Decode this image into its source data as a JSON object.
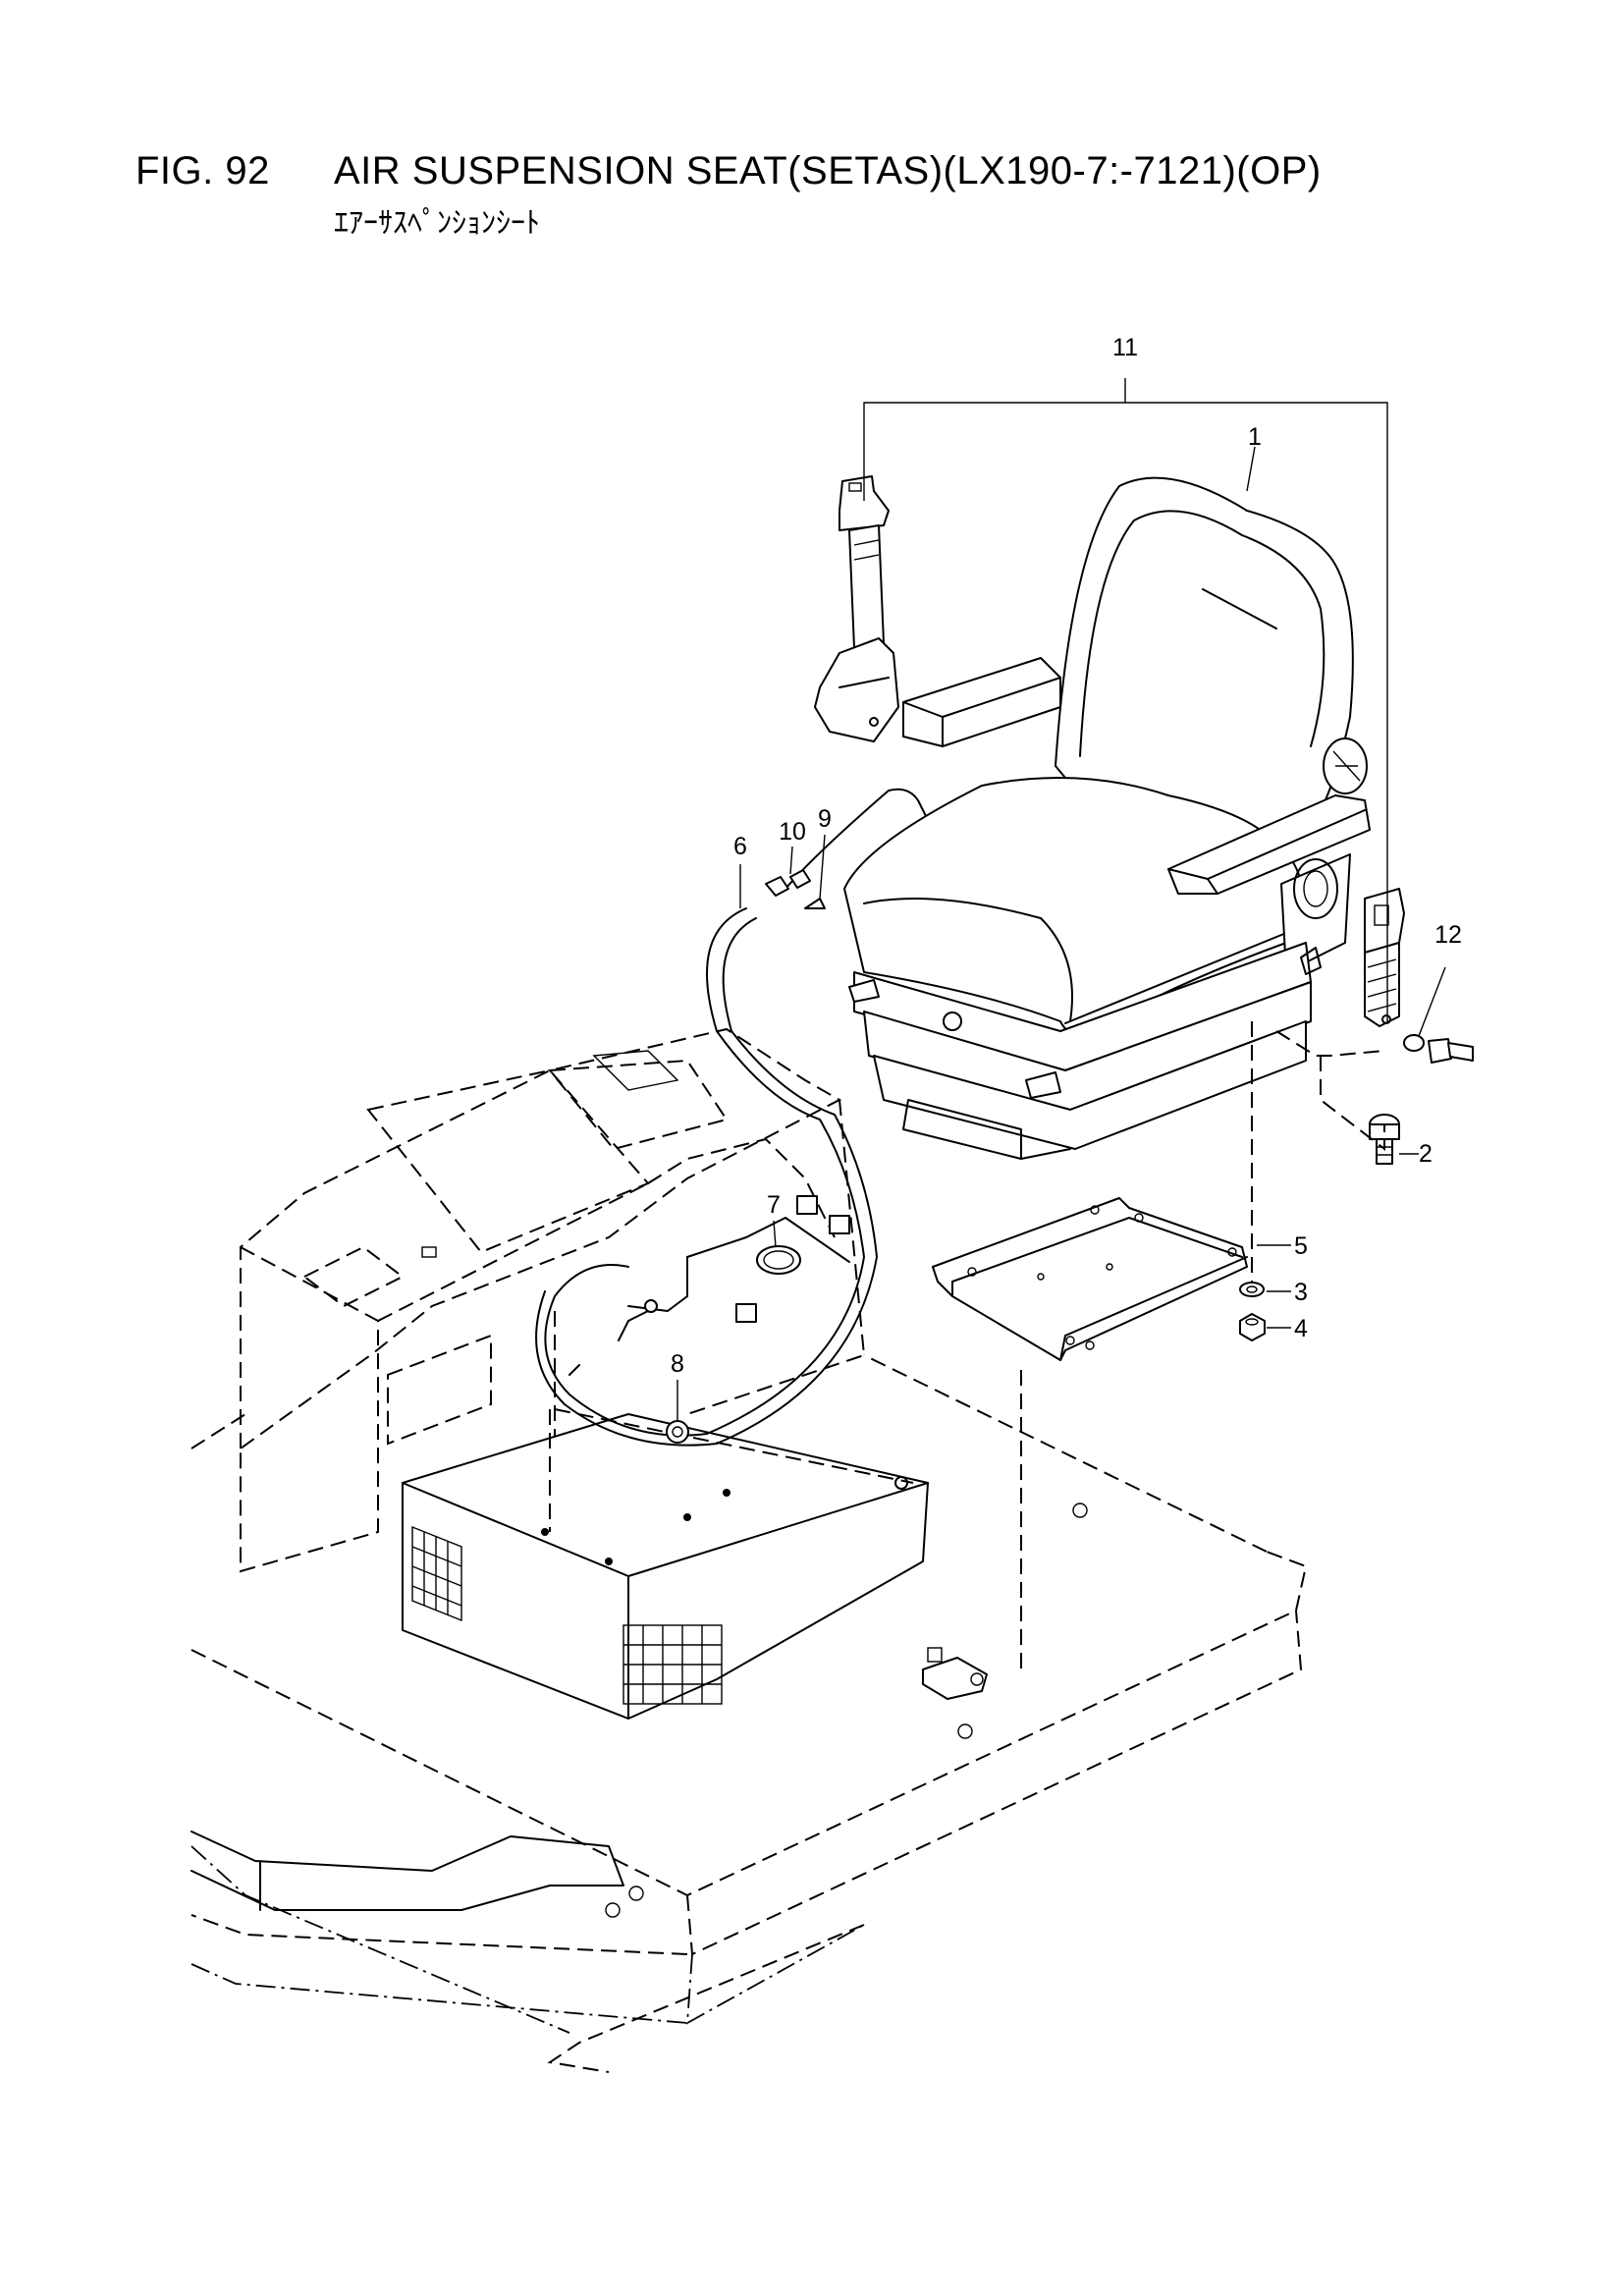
{
  "header": {
    "fig_number": "FIG. 92",
    "title": "AIR SUSPENSION SEAT(SETAS)(LX190-7:-7121)(OP)",
    "subtitle_jp": "ｴｱｰｻｽﾍﾟﾝｼｮﾝｼｰﾄ"
  },
  "callouts": [
    "1",
    "2",
    "3",
    "4",
    "5",
    "6",
    "7",
    "8",
    "9",
    "10",
    "11",
    "12"
  ]
}
